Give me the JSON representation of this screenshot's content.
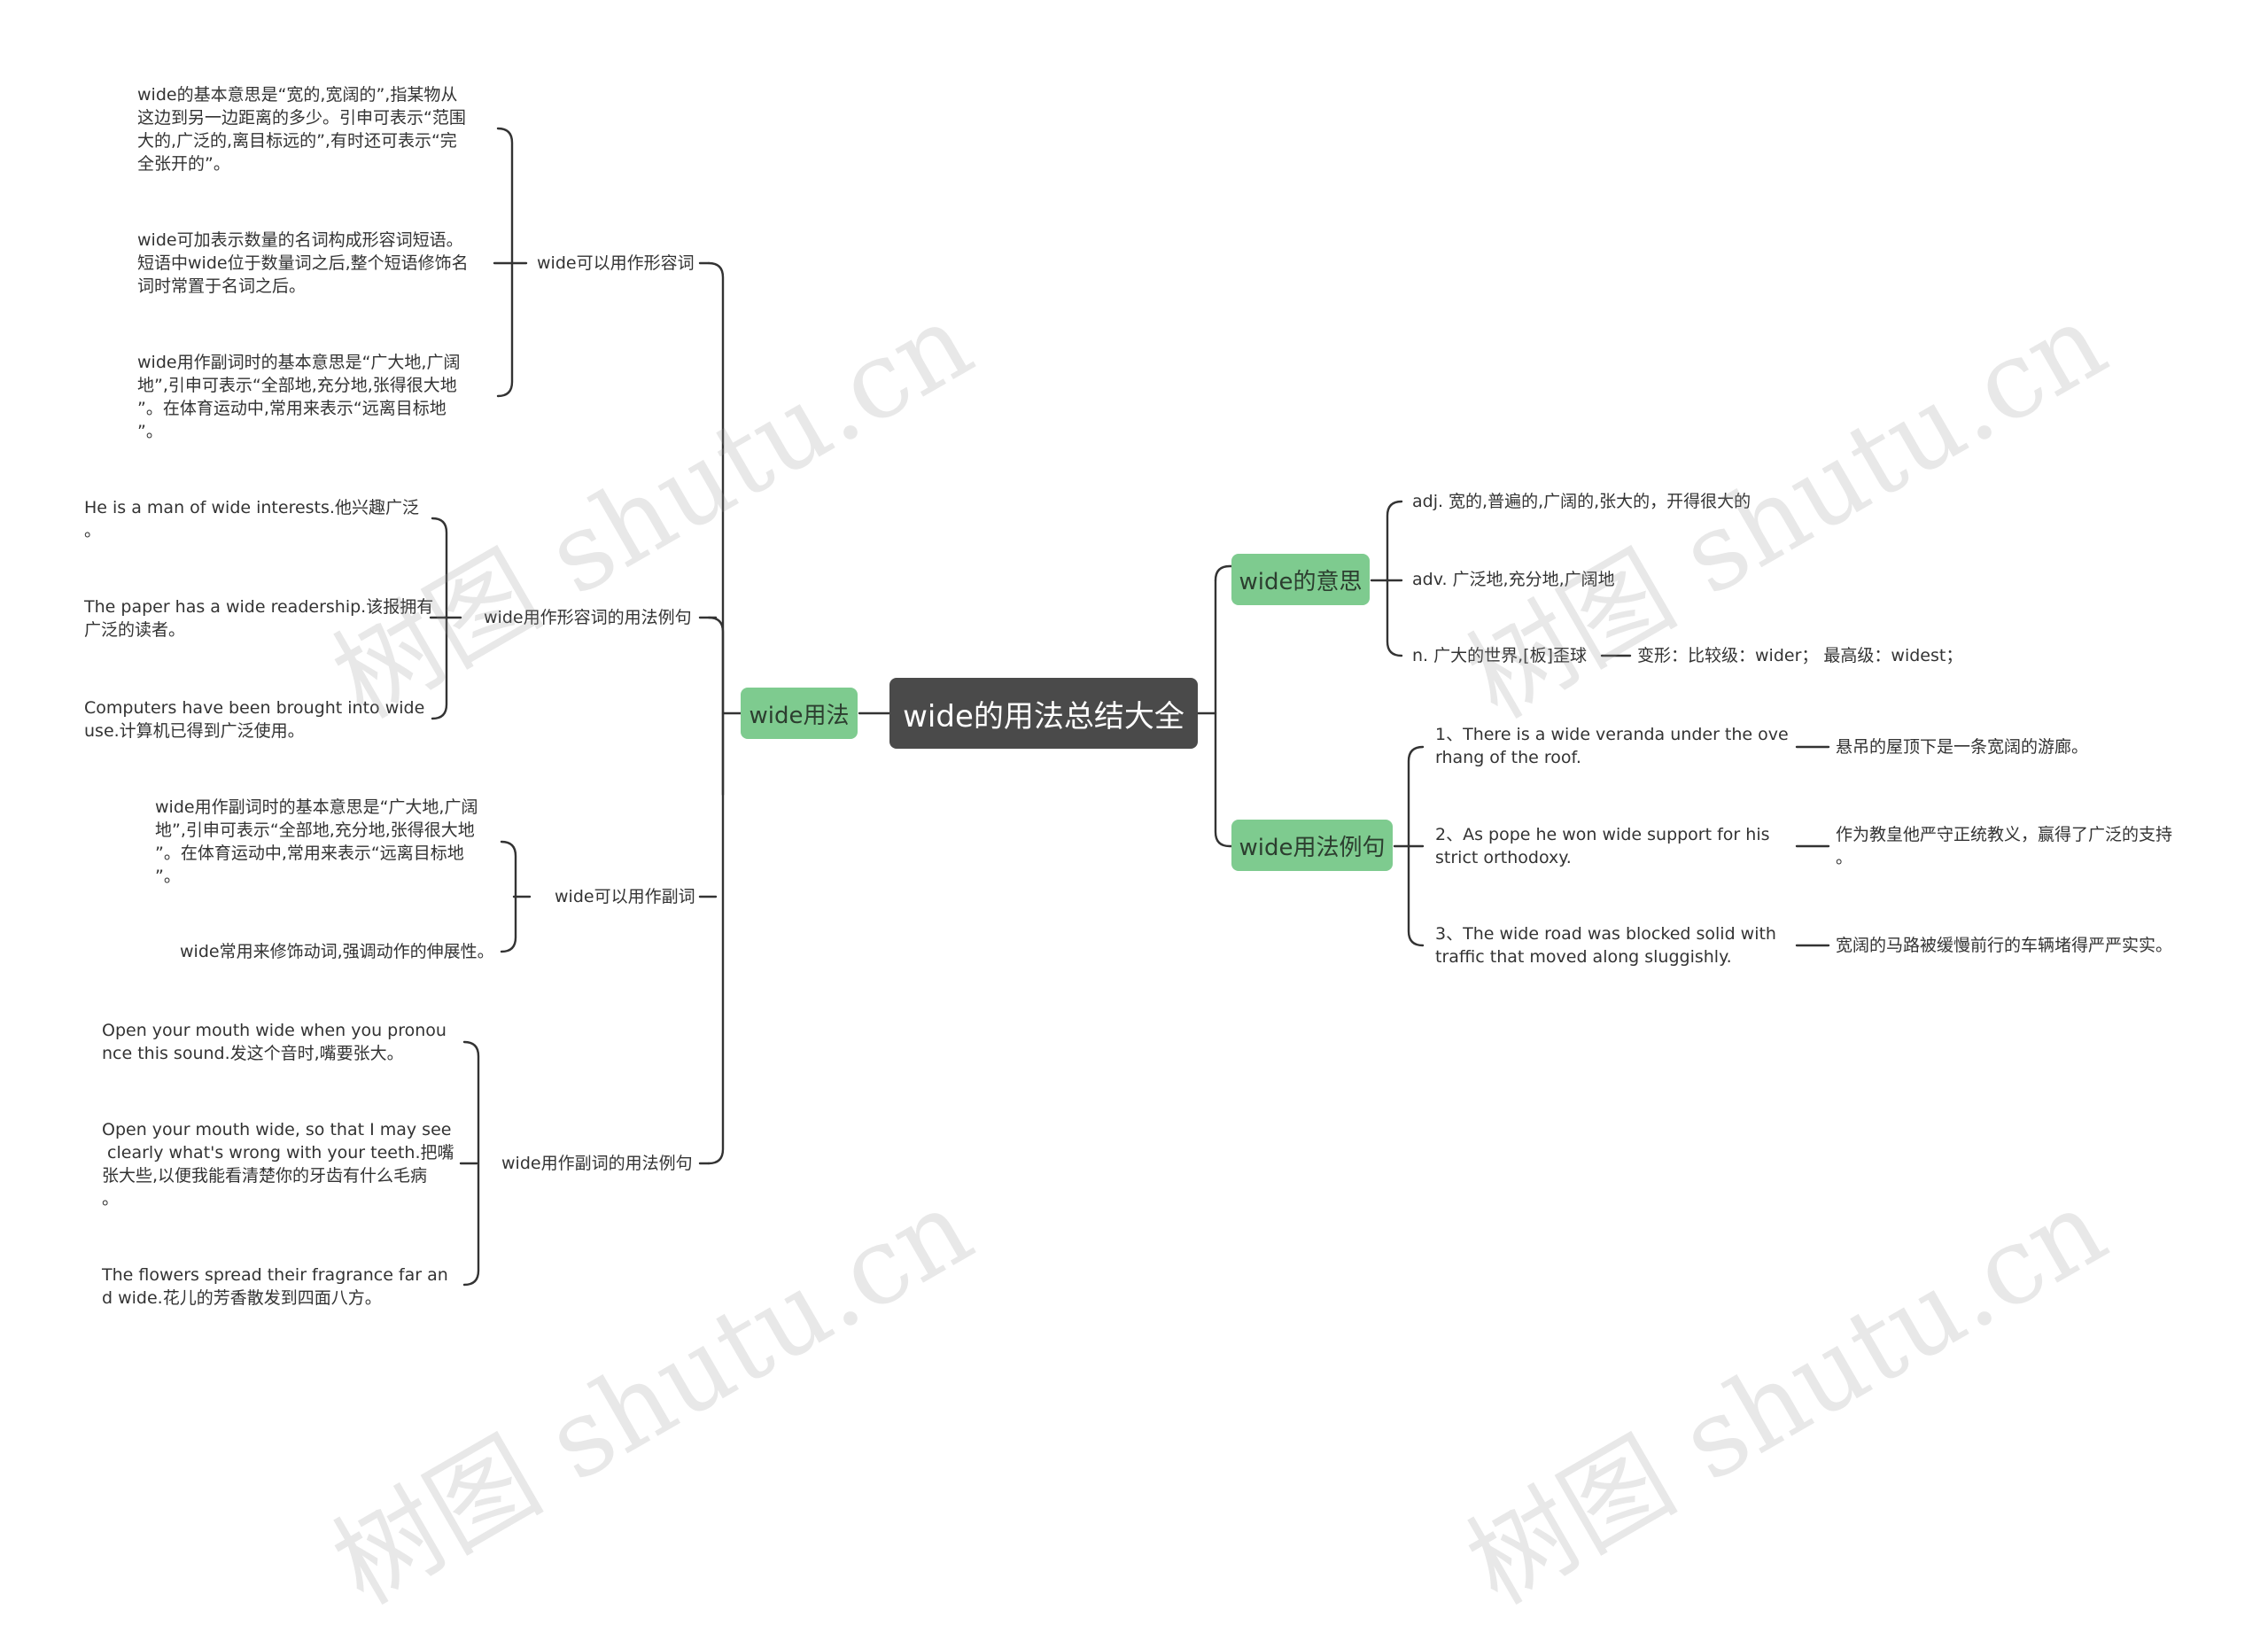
{
  "root": "wide的用法总结大全",
  "left": {
    "main": "wide用法",
    "adj": {
      "label": "wide可以用作形容词",
      "items": [
        "wide的基本意思是“宽的,宽阔的”,指某物从\n这边到另一边距离的多少。引申可表示“范围\n大的,广泛的,离目标远的”,有时还可表示“完\n全张开的”。",
        "wide可加表示数量的名词构成形容词短语。\n短语中wide位于数量词之后,整个短语修饰名\n词时常置于名词之后。",
        "wide用作副词时的基本意思是“广大地,广阔\n地”,引申可表示“全部地,充分地,张得很大地\n”。在体育运动中,常用来表示“远离目标地\n”。"
      ]
    },
    "adjEx": {
      "label": "wide用作形容词的用法例句",
      "items": [
        "He is a man of wide interests.他兴趣广泛\n。",
        "The paper has a wide readership.该报拥有\n广泛的读者。",
        "Computers have been brought into wide \nuse.计算机已得到广泛使用。"
      ]
    },
    "adv": {
      "label": "wide可以用作副词",
      "items": [
        "wide用作副词时的基本意思是“广大地,广阔\n地”,引申可表示“全部地,充分地,张得很大地\n”。在体育运动中,常用来表示“远离目标地\n”。",
        "wide常用来修饰动词,强调动作的伸展性。"
      ]
    },
    "advEx": {
      "label": "wide用作副词的用法例句",
      "items": [
        "Open your mouth wide when you pronou\nnce this sound.发这个音时,嘴要张大。",
        "Open your mouth wide, so that I may see\n clearly what's wrong with your teeth.把嘴\n张大些,以便我能看清楚你的牙齿有什么毛病\n。",
        "The flowers spread their fragrance far an\nd wide.花儿的芳香散发到四面八方。"
      ]
    }
  },
  "right": {
    "meaning": {
      "label": "wide的意思",
      "items": [
        "adj. 宽的,普遍的,广阔的,张大的，开得很大的",
        "adv. 广泛地,充分地,广阔地",
        "n. 广大的世界,[板]歪球"
      ],
      "variant": "变形：比较级：wider；  最高级：widest；"
    },
    "examples": {
      "label": "wide用法例句",
      "items": [
        {
          "en": "1、There is a wide veranda under the ove\nrhang of the roof.",
          "zh": "悬吊的屋顶下是一条宽阔的游廊。"
        },
        {
          "en": "2、As pope he won wide support for his\nstrict orthodoxy.",
          "zh": "作为教皇他严守正统教义，赢得了广泛的支持\n。"
        },
        {
          "en": "3、The wide road was blocked solid with\ntraffic that moved along sluggishly.",
          "zh": "宽阔的马路被缓慢前行的车辆堵得严严实实。"
        }
      ]
    }
  },
  "watermark": "树图 shutu.cn"
}
